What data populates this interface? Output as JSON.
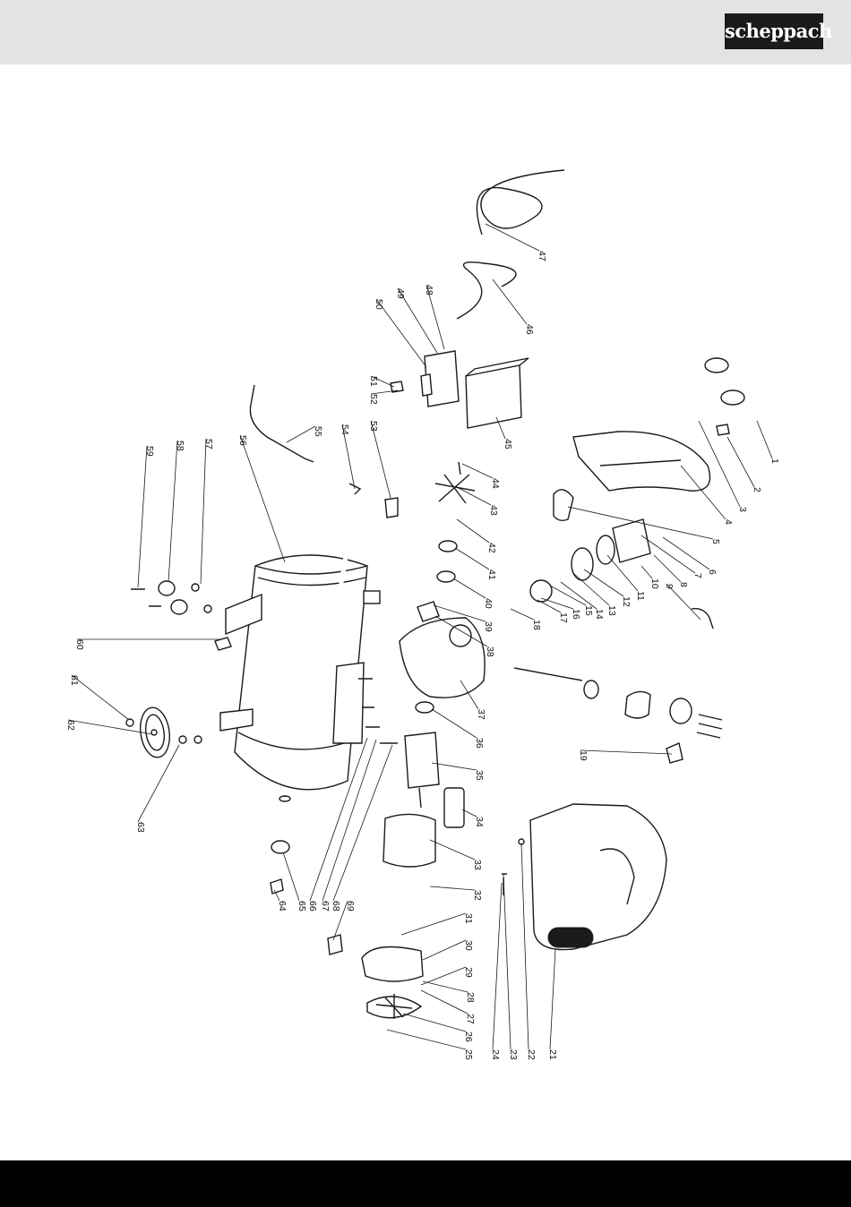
{
  "brand": {
    "logo_text": "scheppach",
    "header_color": "#e3e3e3",
    "footer_color": "#000000"
  },
  "part_numbers": [
    "1",
    "2",
    "3",
    "4",
    "5",
    "6",
    "7",
    "8",
    "9",
    "10",
    "11",
    "12",
    "13",
    "14",
    "15",
    "16",
    "17",
    "18",
    "19",
    "21",
    "22",
    "23",
    "24",
    "25",
    "26",
    "27",
    "28",
    "29",
    "30",
    "31",
    "32",
    "33",
    "34",
    "35",
    "36",
    "37",
    "38",
    "39",
    "40",
    "41",
    "42",
    "43",
    "44",
    "45",
    "46",
    "47",
    "48",
    "49",
    "50",
    "51",
    "52",
    "53",
    "54",
    "55",
    "56",
    "57",
    "58",
    "59",
    "60",
    "61",
    "62",
    "63",
    "64",
    "65",
    "66",
    "67",
    "68",
    "69"
  ]
}
